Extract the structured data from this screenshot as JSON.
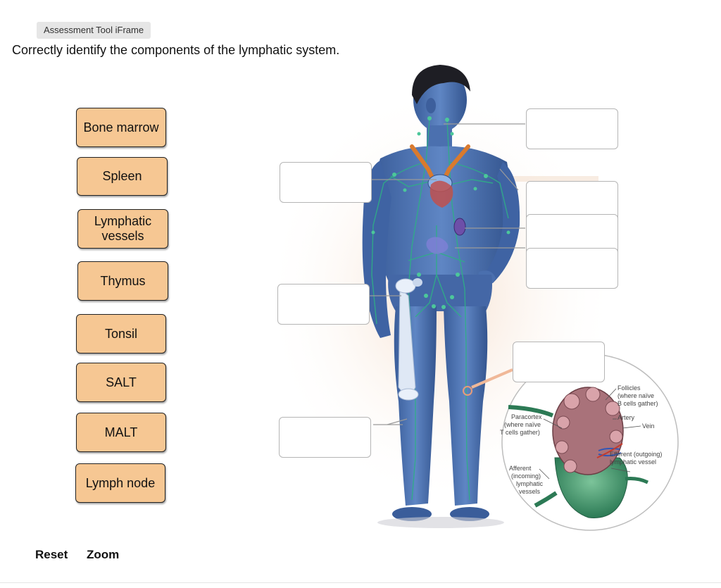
{
  "header": {
    "chip_label": "Assessment Tool iFrame",
    "question": "Correctly identify the components of the lymphatic system."
  },
  "labels": [
    {
      "text": "Bone marrow"
    },
    {
      "text": "Spleen"
    },
    {
      "text": "Lymphatic vessels"
    },
    {
      "text": "Thymus"
    },
    {
      "text": "Tonsil"
    },
    {
      "text": "SALT"
    },
    {
      "text": "MALT"
    },
    {
      "text": "Lymph node"
    }
  ],
  "figure": {
    "lymph_node_annotations": {
      "follicles": [
        "Follicles",
        "(where naïve",
        "B cells gather)"
      ],
      "artery": "Artery",
      "vein": "Vein",
      "paracortex": [
        "Paracortex",
        "(where naïve",
        "T cells gather)"
      ],
      "efferent": [
        "Efferent (outgoing)",
        "lymphatic vessel"
      ],
      "afferent": [
        "Afferent",
        "(incoming)",
        "lymphatic",
        "vessels"
      ]
    }
  },
  "controls": {
    "reset_label": "Reset",
    "zoom_label": "Zoom"
  },
  "colors": {
    "label_fill": "#f6c793",
    "body_blue": "#4a6fae",
    "lymph_green": "#2f8f6a"
  }
}
